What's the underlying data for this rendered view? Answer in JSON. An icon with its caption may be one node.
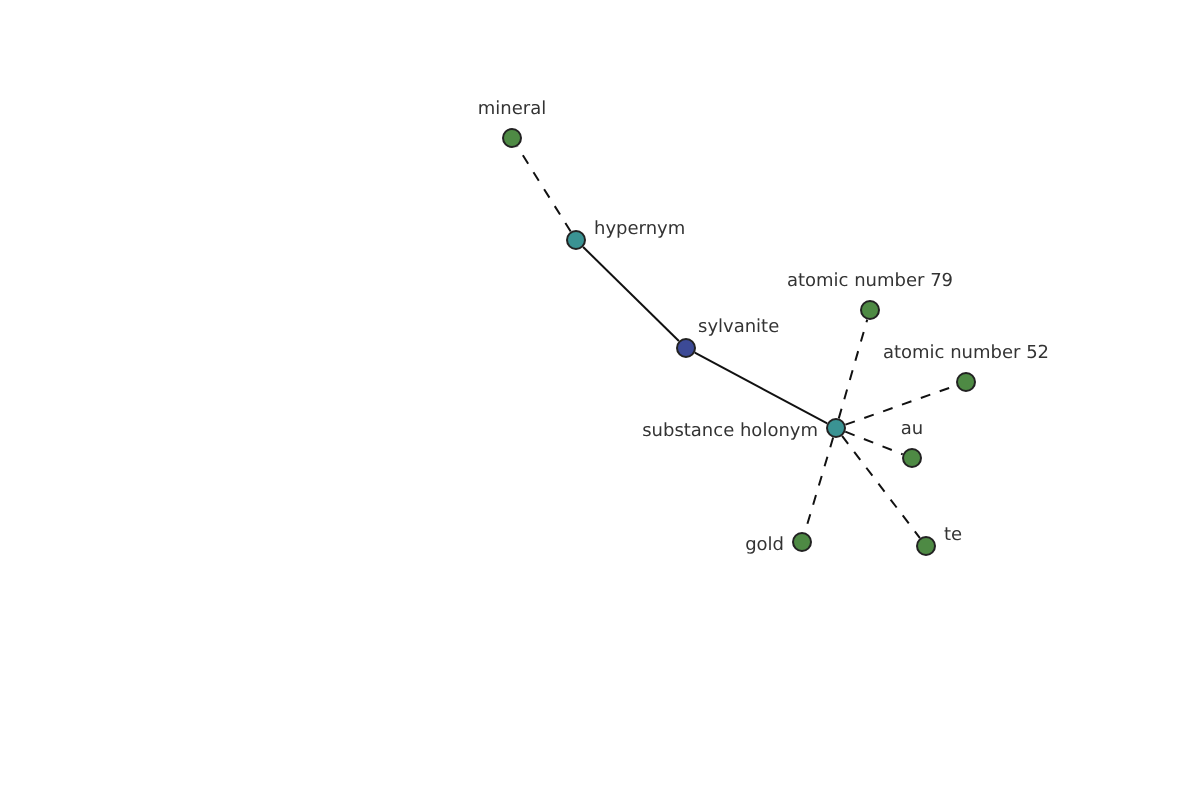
{
  "diagram": {
    "nodes": [
      {
        "text": [
          "mineral"
        ]
      },
      {
        "text": [
          "hypernym"
        ]
      },
      {
        "text": [
          "sylvanite"
        ]
      },
      {
        "text": [
          "atomic number 79"
        ]
      },
      {
        "text": [
          "atomic number 52"
        ]
      },
      {
        "text": [
          "substance holonym"
        ]
      },
      {
        "text": [
          "au"
        ]
      },
      {
        "text": [
          "gold"
        ]
      },
      {
        "text": [
          "te"
        ]
      }
    ],
    "edges": [
      {
        "from": 1,
        "to": 0,
        "arrow": "none",
        "style": "dashed"
      },
      {
        "from": 1,
        "to": 2,
        "arrow": "none"
      },
      {
        "from": 2,
        "to": 5,
        "arrow": "none"
      },
      {
        "from": 5,
        "to": 3,
        "arrow": "none",
        "style": "dashed"
      },
      {
        "from": 5,
        "to": 4,
        "arrow": "none",
        "style": "dashed"
      },
      {
        "from": 5,
        "to": 6,
        "arrow": "none",
        "style": "dashed"
      },
      {
        "from": 5,
        "to": 7,
        "arrow": "none",
        "style": "dashed"
      },
      {
        "from": 5,
        "to": 8,
        "arrow": "none",
        "style": "dashed"
      }
    ]
  }
}
